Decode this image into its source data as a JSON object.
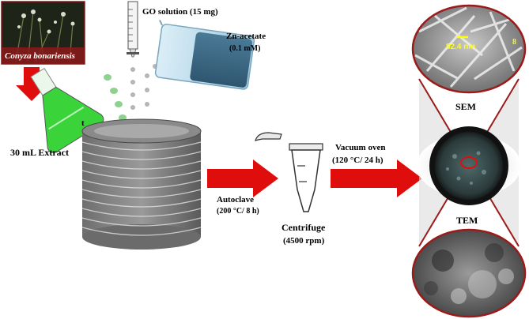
{
  "labels": {
    "plant_name": "Conyza bonariensis",
    "extract": "30 mL Extract",
    "go_solution": "GO solution (15 mg)",
    "zn_acetate": "Zn-acetate",
    "zn_conc": "(0.1 mM)",
    "autoclave": "Autoclave",
    "autoclave_cond": "(200 °C/ 8 h)",
    "centrifuge": "Centrifuge",
    "centrifuge_speed": "(4500 rpm)",
    "vacuum_oven": "Vacuum oven",
    "vacuum_cond": "(120 °C/ 24 h)",
    "sem": "SEM",
    "tem": "TEM",
    "scale_bar": "82.4 nm",
    "flask_fragment": "t",
    "sem_edge_fragment": "8"
  },
  "colors": {
    "arrow_red": "#e00d0d",
    "flask_green": "#3ad33a",
    "scale_yellow": "#ffff00",
    "liquid_blue": "#3e6b86"
  }
}
